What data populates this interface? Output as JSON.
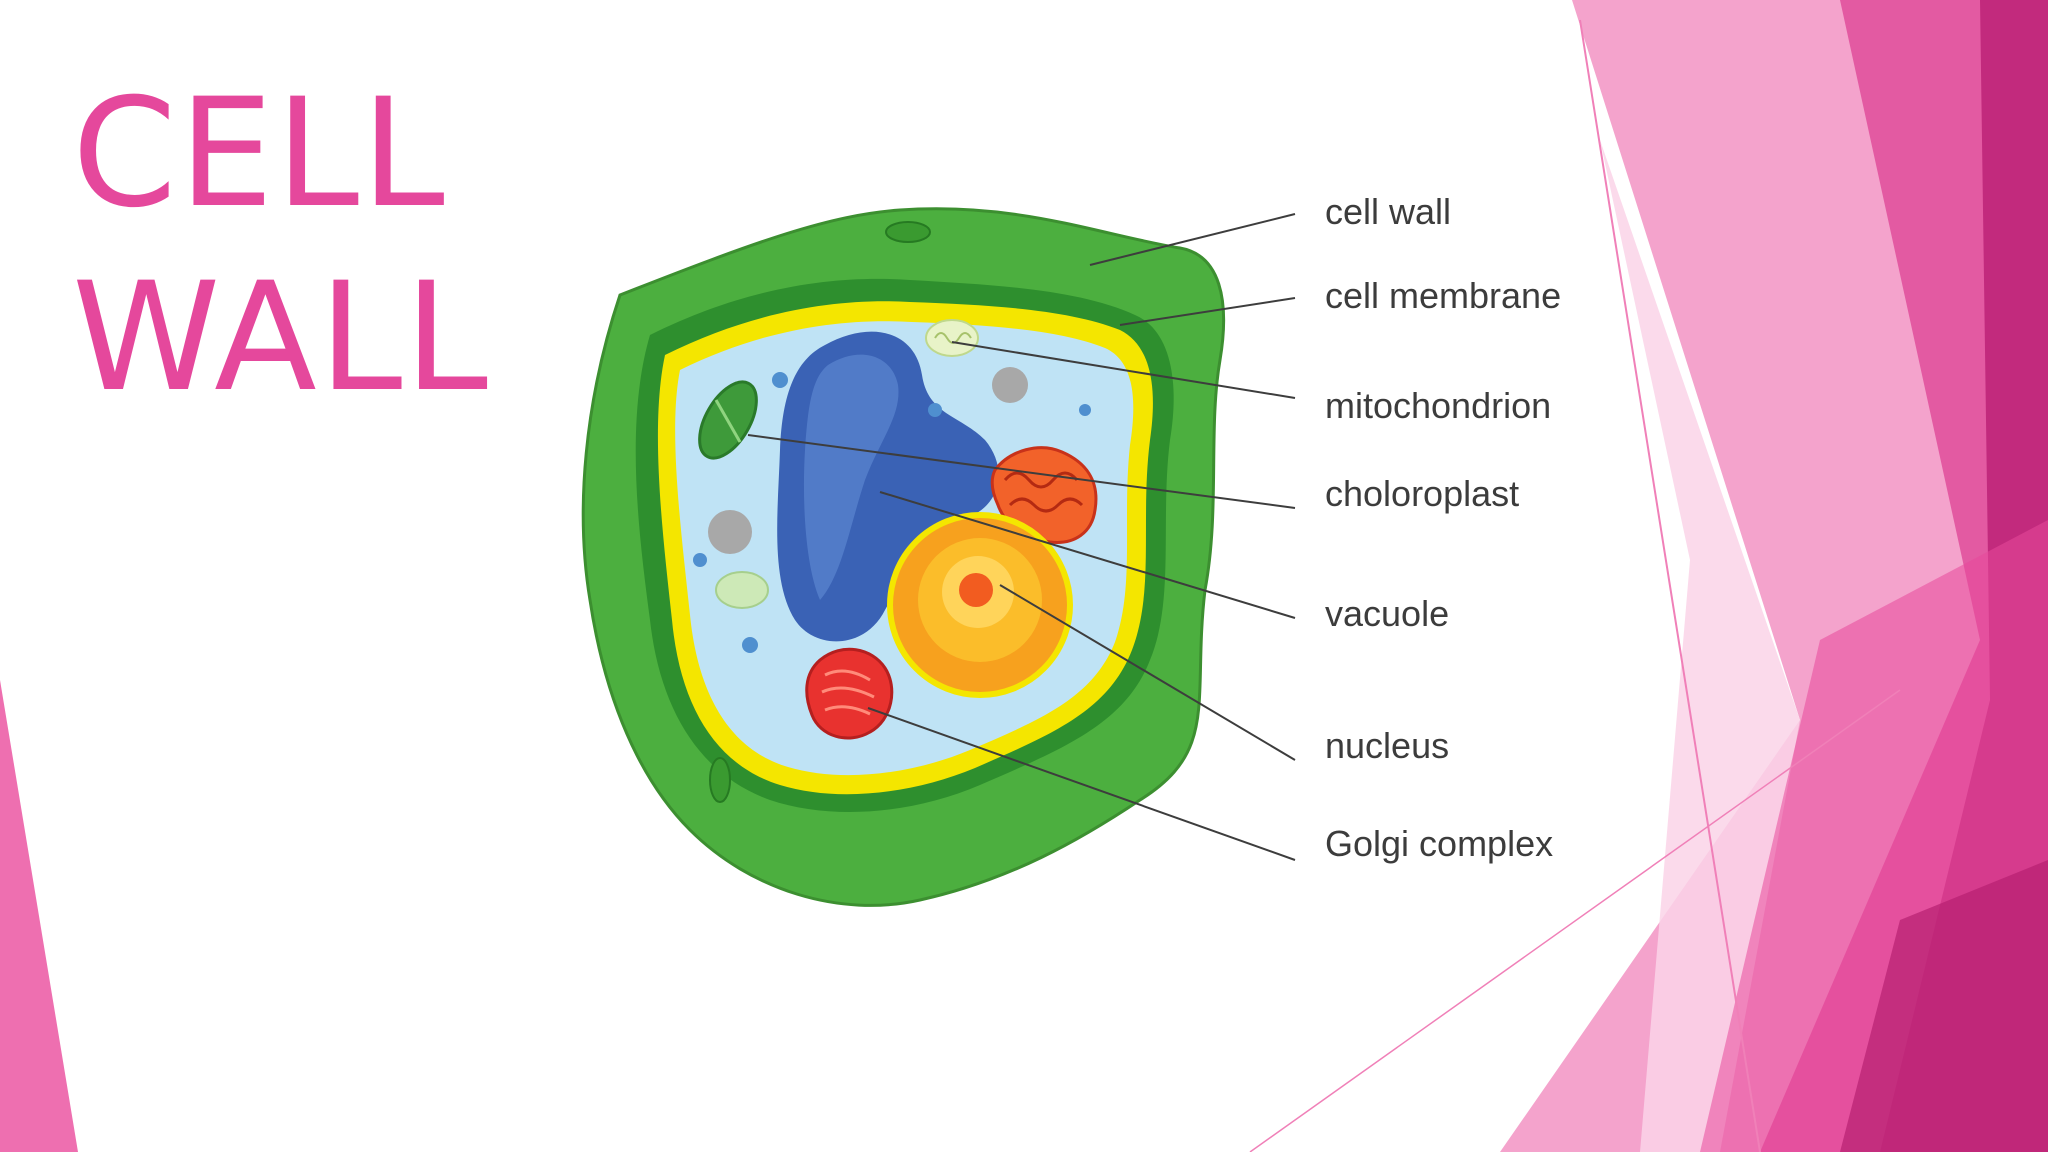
{
  "slide": {
    "title_line1": "CELL",
    "title_line2": "WALL",
    "accent_color": "#e5489c"
  },
  "diagram": {
    "labels": {
      "cell_wall": "cell wall",
      "cell_membrane": "cell membrane",
      "mitochondrion": "mitochondrion",
      "chloroplast": "choloroplast",
      "vacuole": "vacuole",
      "nucleus": "nucleus",
      "golgi": "Golgi complex"
    },
    "colors": {
      "cell_wall": "#4caf3f",
      "cell_membrane": "#f4e600",
      "cytoplasm": "#bfe3f5",
      "vacuole": "#3a62b5",
      "nucleus": "#f7a11e",
      "golgi": "#e8322f"
    }
  }
}
